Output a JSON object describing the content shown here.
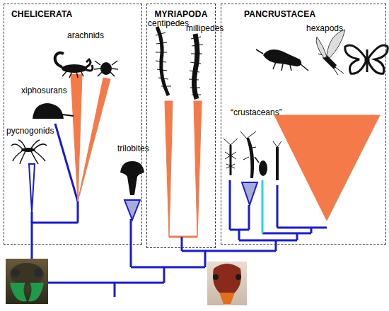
{
  "diagram": {
    "nodes": [
      {
        "text": [
          "CHELICERATA"
        ]
      },
      {
        "text": [
          "MYRIAPODA"
        ]
      },
      {
        "text": [
          "PANCRUSTACEA"
        ]
      }
    ],
    "labels": [
      "pycnogonids",
      "xiphosurans",
      "arachnids",
      "trilobites",
      "centipedes",
      "millipedes",
      "“crustaceans”",
      "hexapods"
    ]
  }
}
